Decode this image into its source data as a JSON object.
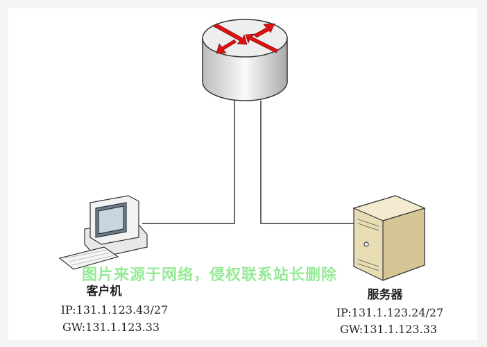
{
  "router": {
    "icon": "router-icon",
    "arrow_color": "#e01010"
  },
  "client": {
    "name": "客户机",
    "ip": "IP:131.1.123.43/27",
    "gw": "GW:131.1.123.33",
    "icon": "desktop-computer-icon"
  },
  "server": {
    "name": "服务器",
    "ip": "IP:131.1.123.24/27",
    "gw": "GW:131.1.123.33",
    "icon": "server-tower-icon"
  },
  "watermark": "图片来源于网络，侵权联系站长删除"
}
